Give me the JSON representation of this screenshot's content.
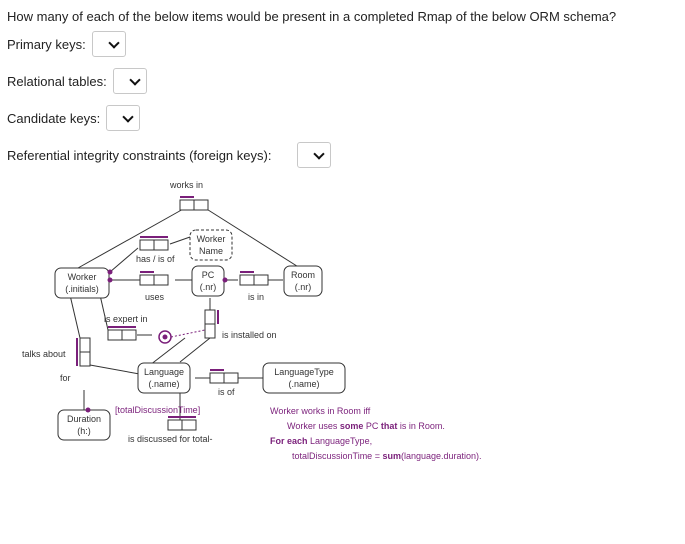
{
  "question": "How many of each of the below items would be present in a completed Rmap of the below ORM schema?",
  "fields": [
    {
      "label": "Primary keys:",
      "value": ""
    },
    {
      "label": "Relational tables:",
      "value": ""
    },
    {
      "label": "Candidate keys:",
      "value": ""
    },
    {
      "label": "Referential integrity constraints (foreign keys):",
      "value": ""
    }
  ],
  "diagram": {
    "entities": {
      "worker": {
        "name": "Worker",
        "ref": "(.initials)"
      },
      "pc": {
        "name": "PC",
        "ref": "(.nr)"
      },
      "room": {
        "name": "Room",
        "ref": "(.nr)"
      },
      "language": {
        "name": "Language",
        "ref": "(.name)"
      },
      "language_type": {
        "name": "LanguageType",
        "ref": "(.name)"
      },
      "duration": {
        "name": "Duration",
        "ref": "(h:)"
      },
      "worker_name": {
        "name": "Worker",
        "ref": "Name"
      }
    },
    "facts": {
      "works_in": "works in",
      "has_is_of": "has / is of",
      "uses": "uses",
      "is_in": "is in",
      "is_expert_in": "is expert in",
      "is_installed_on": "is installed on",
      "talks_about": "talks about",
      "for": "for",
      "is_of": "is of",
      "total_discussion_time": "[totalDiscussionTime]",
      "is_discussed_for_total": "is discussed for total-"
    },
    "notes": {
      "note1_line1": "Worker works in Room iff",
      "note1_line2a": "Worker uses ",
      "note1_line2b": "some",
      "note1_line2c": " PC ",
      "note1_line2d": "that",
      "note1_line2e": " is in Room.",
      "note2_line1a": "For each",
      "note2_line1b": " LanguageType,",
      "note2_line2a": "totalDiscussionTime = ",
      "note2_line2b": "sum",
      "note2_line2c": "(language.duration)."
    }
  }
}
